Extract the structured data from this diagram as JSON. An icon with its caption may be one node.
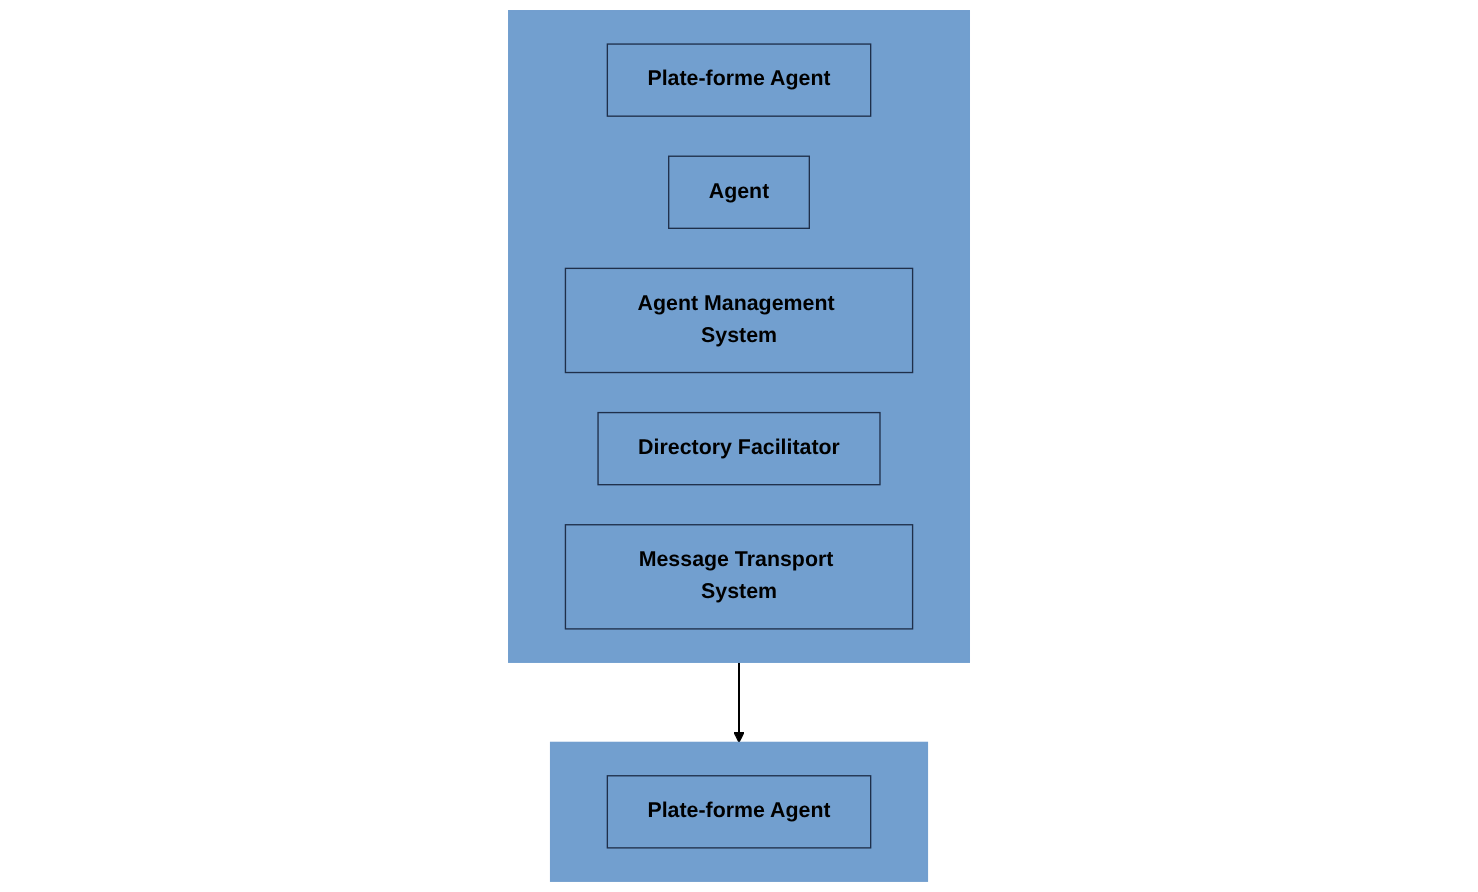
{
  "diagram": {
    "nodes": [
      {
        "text": [],
        "shape": "box"
      },
      {
        "text": [
          "Plate-forme Agent"
        ],
        "in": 0
      },
      {
        "text": [
          "Agent"
        ],
        "in": 0
      },
      {
        "text": [
          "Agent Management System"
        ],
        "in": 0
      },
      {
        "text": [
          "Directory Facilitator"
        ],
        "in": 0
      },
      {
        "text": [
          "Message Transport System"
        ],
        "in": 0
      },
      {
        "text": [],
        "shape": "box"
      },
      {
        "text": [
          "Plate-forme Agent"
        ],
        "in": 6
      }
    ],
    "edges": [
      {
        "from": 0,
        "to": 6,
        "arrow": "to"
      }
    ]
  }
}
